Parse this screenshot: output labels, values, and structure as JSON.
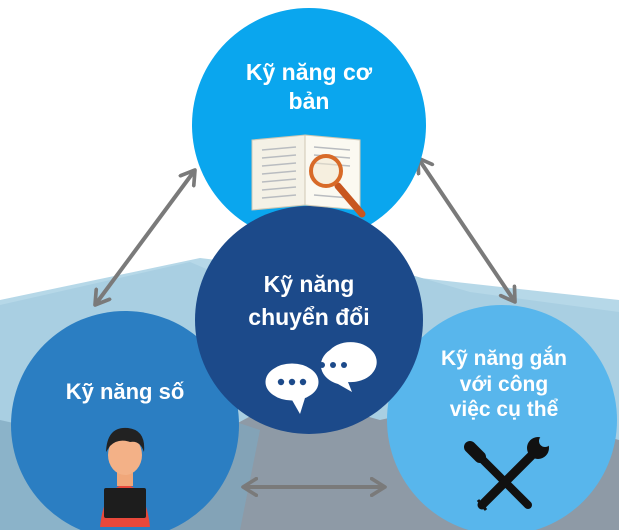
{
  "nodes": {
    "basic": {
      "line1": "Kỹ năng cơ",
      "line2": "bản",
      "icon": "open-book-magnifier-icon"
    },
    "transferable": {
      "line1": "Kỹ năng",
      "line2": "chuyển đổi",
      "icon": "speech-bubbles-icon"
    },
    "digital": {
      "line1": "Kỹ năng số",
      "icon": "person-laptop-icon"
    },
    "job_specific": {
      "line1": "Kỹ năng gắn",
      "line2": "với công",
      "line3": "việc cụ thể",
      "icon": "screwdriver-wrench-icon"
    }
  },
  "colors": {
    "basic": "#0aa6ee",
    "transferable": "#1c4a8a",
    "digital": "#2b7ec2",
    "job_specific": "#58b6ec",
    "mountain_back": "#b6d8e8",
    "mountain_mid": "#8ab4cc",
    "mountain_dark": "#8e9aa6",
    "arrow": "#7a7a7a"
  }
}
